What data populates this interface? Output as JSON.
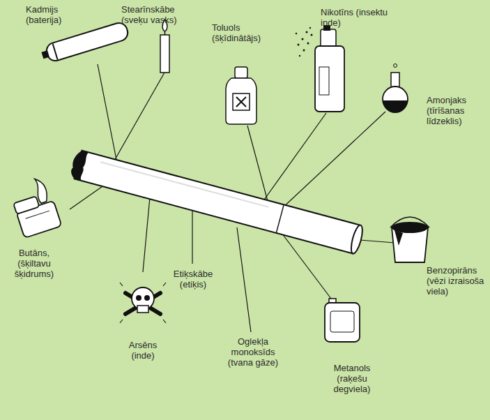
{
  "diagram": {
    "labels": [
      "Kadmijs (baterija)",
      "Stearīnskābe (sveķu vasks)",
      "Toluols (šķīdinātājs)",
      "Nikotīns (insektu inde)",
      "Amonjaks (tīrīšanas līdzeklis)",
      "Butāns, (šķiltavu šķidrums)",
      "Etiķskābe (etiķis)",
      "Benzopirāns (vēzi izraisoša viela)",
      "Arsēns (inde)",
      "Oglekļa monoksīds (tvana gāze)",
      "Metanols (raķešu degviela)"
    ]
  }
}
